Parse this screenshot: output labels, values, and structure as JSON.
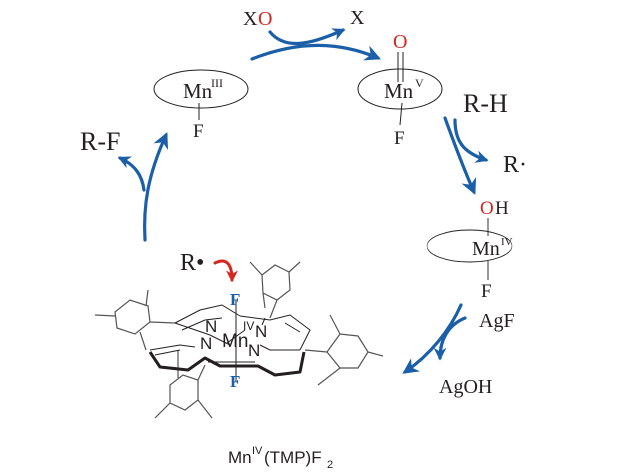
{
  "colors": {
    "arrow": "#1a5fa8",
    "oxygen": "#d7261e",
    "radical_arrow": "#d7261e",
    "fluorine_axial": "#1a5fa8",
    "text": "#231f20"
  },
  "labels": {
    "xo_x": "X",
    "xo_o": "O",
    "x_product": "X",
    "rh": "R-H",
    "r_radical_top": "R·",
    "r_radical_bottom": "R•",
    "rf": "R-F",
    "agf": "AgF",
    "agoh": "AgOH"
  },
  "species": {
    "mn3": {
      "metal": "Mn",
      "ox": "III",
      "ligand_bottom": "F"
    },
    "mn5": {
      "metal": "Mn",
      "ox": "V",
      "ligand_top": "O",
      "ligand_bottom": "F"
    },
    "mn4_oh": {
      "metal": "Mn",
      "ox": "IV",
      "ligand_top_o": "O",
      "ligand_top_h": "H",
      "ligand_bottom": "F"
    },
    "porphyrin": {
      "metal": "Mn",
      "ox": "IV",
      "axial_top": "F",
      "axial_bottom": "F",
      "nitrogens": [
        "N",
        "N",
        "N",
        "N"
      ]
    }
  },
  "caption": {
    "metal": "Mn",
    "ox": "IV",
    "ligand": "(TMP)F",
    "subscript": "2"
  }
}
